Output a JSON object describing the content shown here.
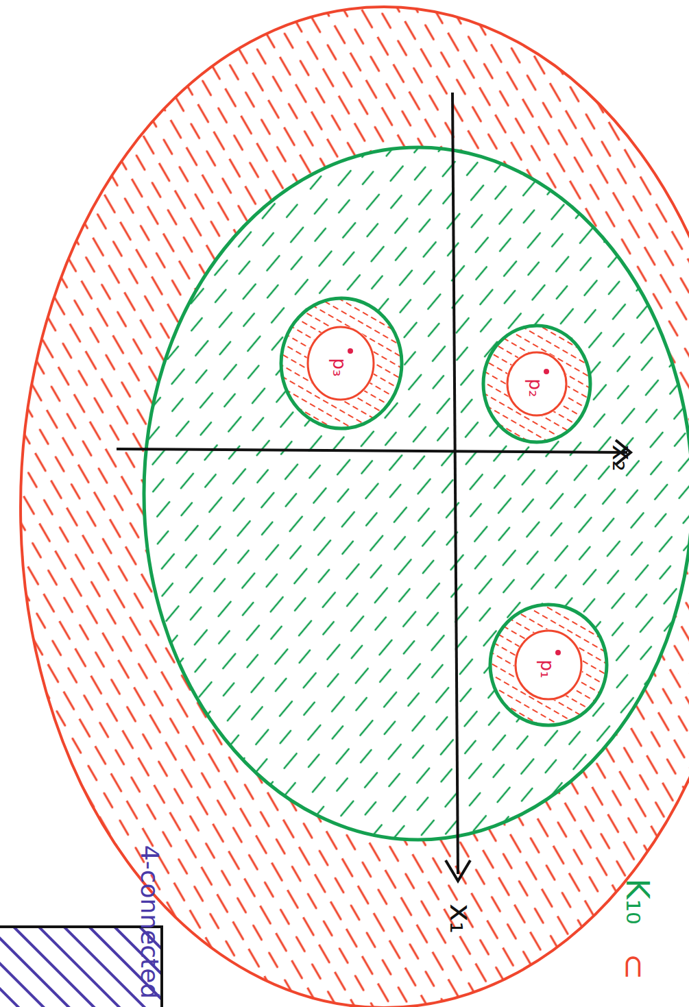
{
  "diagram": {
    "nodes": [
      {
        "text": [
          "p₁"
        ]
      },
      {
        "text": [
          "p₂"
        ]
      },
      {
        "text": [
          "p₃"
        ]
      }
    ],
    "labels": [
      "x₁",
      "x₂",
      "K₁₀",
      "⊂",
      "4-connected"
    ]
  }
}
